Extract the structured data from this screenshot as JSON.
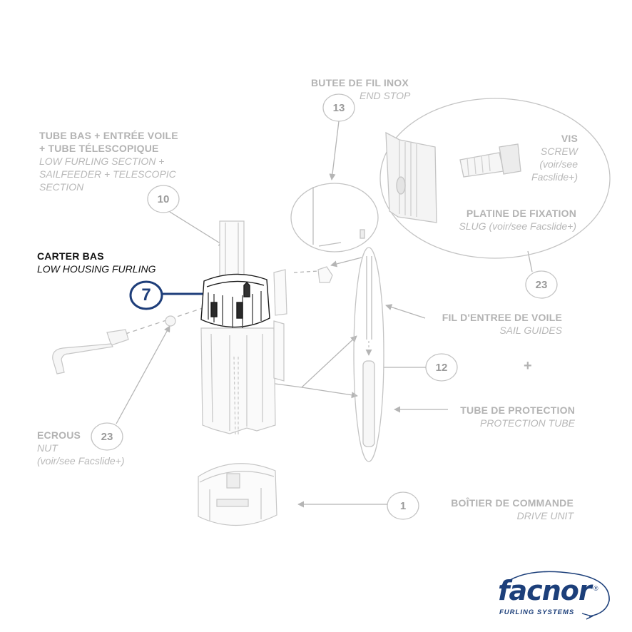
{
  "labels": {
    "end_stop": {
      "fr": "BUTEE DE FIL INOX",
      "en": "END STOP",
      "num": "13"
    },
    "low_section": {
      "fr1": "TUBE BAS + ENTRÉE VOILE",
      "fr2": "+ TUBE TÉLESCOPIQUE",
      "en1": "LOW FURLING SECTION +",
      "en2": "SAILFEEDER + TELESCOPIC",
      "en3": "SECTION",
      "num": "10"
    },
    "low_housing": {
      "fr": "CARTER BAS",
      "en": "LOW HOUSING FURLING",
      "num": "7"
    },
    "screw": {
      "fr": "VIS",
      "en1": "SCREW",
      "en2": "(voir/see",
      "en3": "Facslide+)"
    },
    "slug": {
      "fr": "PLATINE DE FIXATION",
      "en": "SLUG (voir/see Facslide+)",
      "num": "23"
    },
    "sail_guides": {
      "fr": "FIL D'ENTREE DE VOILE",
      "en": "SAIL GUIDES",
      "num": "12"
    },
    "protection_tube": {
      "fr": "TUBE DE PROTECTION",
      "en": "PROTECTION TUBE"
    },
    "nut": {
      "fr": "ECROUS",
      "en1": "NUT",
      "en2": "(voir/see Facslide+)",
      "num": "23"
    },
    "drive_unit": {
      "fr": "BOÎTIER DE COMMANDE",
      "en": "DRIVE UNIT",
      "num": "1"
    },
    "plus": "+"
  },
  "logo": {
    "word": "facnor",
    "reg": "®",
    "tagline": "FURLING SYSTEMS"
  },
  "colors": {
    "accent": "#1e3e7a",
    "line": "#b5b5b5",
    "text_muted": "#b3b3b3",
    "active_text": "#111111"
  }
}
